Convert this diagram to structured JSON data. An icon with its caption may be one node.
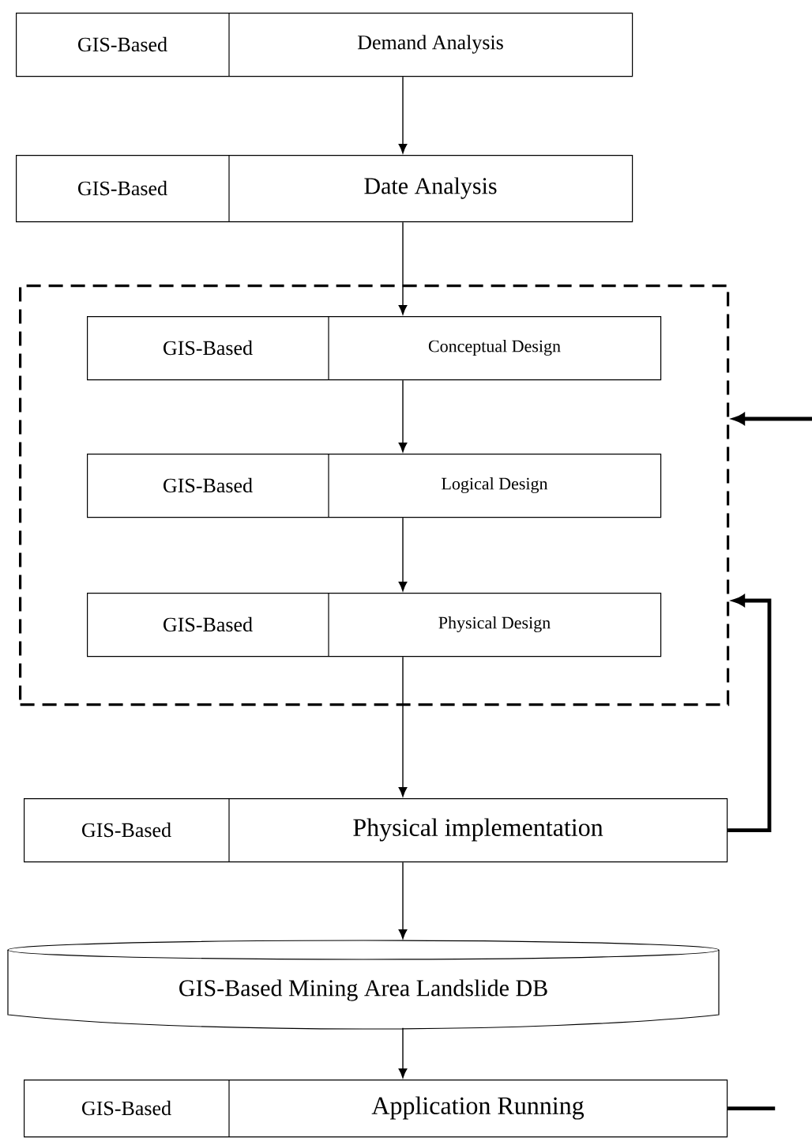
{
  "diagram": {
    "nodes": [
      {
        "text": [
          "GIS-Based",
          "Demand Analysis"
        ]
      },
      {
        "text": [
          "GIS-Based",
          "Date Analysis"
        ]
      },
      {
        "text": [],
        "shape": "box"
      },
      {
        "text": [
          "GIS-Based",
          "Conceptual Design"
        ],
        "in": 2
      },
      {
        "text": [
          "GIS-Based",
          "Logical Design"
        ],
        "in": 2
      },
      {
        "text": [
          "GIS-Based",
          "Physical Design"
        ],
        "in": 2
      },
      {
        "text": [
          "GIS-Based",
          "Physical implementation"
        ]
      },
      {
        "text": [
          "GIS-Based Mining Area Landslide DB"
        ]
      },
      {
        "text": [
          "GIS-Based",
          "Application Running"
        ]
      }
    ],
    "edges": [
      {
        "from": 0,
        "to": 1,
        "arrow": "to"
      },
      {
        "from": 1,
        "to": 3,
        "arrow": "to"
      },
      {
        "from": 3,
        "to": 4,
        "arrow": "to"
      },
      {
        "from": 4,
        "to": 5,
        "arrow": "to"
      },
      {
        "from": 5,
        "to": 6,
        "arrow": "to"
      },
      {
        "from": 6,
        "to": 2,
        "arrow": "to",
        "style": "thick"
      },
      {
        "from": 6,
        "to": 7,
        "arrow": "to"
      },
      {
        "from": 7,
        "to": 8,
        "arrow": "to"
      },
      {
        "from": null,
        "to": 2,
        "arrow": "to",
        "style": "thick"
      },
      {
        "from": 8,
        "to": null,
        "arrow": "none",
        "style": "thick"
      }
    ]
  }
}
